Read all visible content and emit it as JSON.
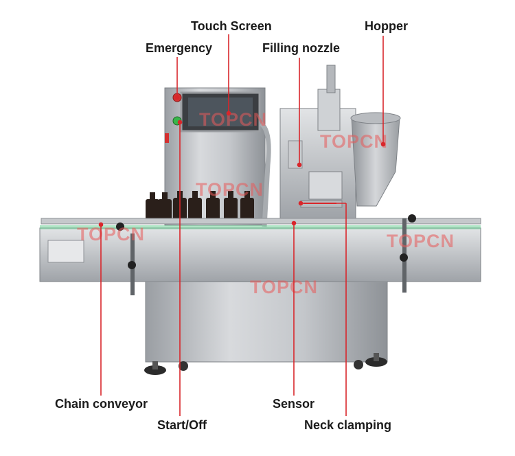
{
  "watermark": "TOPCN",
  "accent_color": "#d9262b",
  "labels": {
    "touch_screen": "Touch Screen",
    "hopper": "Hopper",
    "emergency": "Emergency",
    "filling_nozzle": "Filling nozzle",
    "chain_conveyor": "Chain conveyor",
    "sensor": "Sensor",
    "start_off": "Start/Off",
    "neck_clamping": "Neck clamping"
  }
}
